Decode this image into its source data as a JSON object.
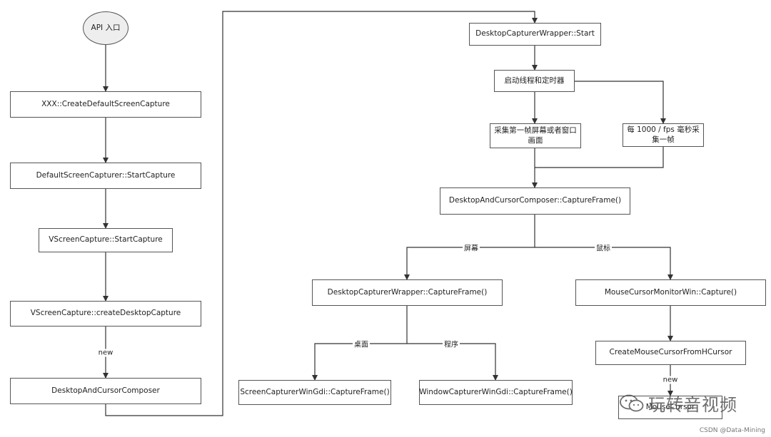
{
  "nodes": {
    "api_entry": "API 入口",
    "create_default": "XXX::CreateDefaultScreenCapture",
    "default_start": "DefaultScreenCapturer::StartCapture",
    "vscreen_start": "VScreenCapture::StartCapture",
    "vscreen_create": "VScreenCapture::createDesktopCapture",
    "composer": "DesktopAndCursorComposer",
    "wrapper_start": "DesktopCapturerWrapper::Start",
    "start_thread": "启动线程和定时器",
    "capture_first": "采集第一帧屏幕或者窗口画面",
    "per_fps": "每 1000 / fps 毫秒采集一帧",
    "composer_capture": "DesktopAndCursorComposer::CaptureFrame()",
    "wrapper_capture": "DesktopCapturerWrapper::CaptureFrame()",
    "cursor_monitor": "MouseCursorMonitorWin::Capture()",
    "gdi_screen": "ScreenCapturerWinGdi::CaptureFrame()",
    "gdi_window": "WindowCapturerWinGdi::CaptureFrame()",
    "create_cursor": "CreateMouseCursorFromHCursor",
    "mouse_cursor": "MouseCursor"
  },
  "edge_labels": {
    "new_1": "new",
    "screen": "屏幕",
    "mouse": "鼠标",
    "desktop": "桌面",
    "program": "程序",
    "new_2": "new"
  },
  "watermark": "玩转音视频",
  "credit": "CSDN @Data-Mining",
  "colors": {
    "line": "#333333",
    "border": "#555555",
    "oval_fill": "#eeeeee"
  }
}
